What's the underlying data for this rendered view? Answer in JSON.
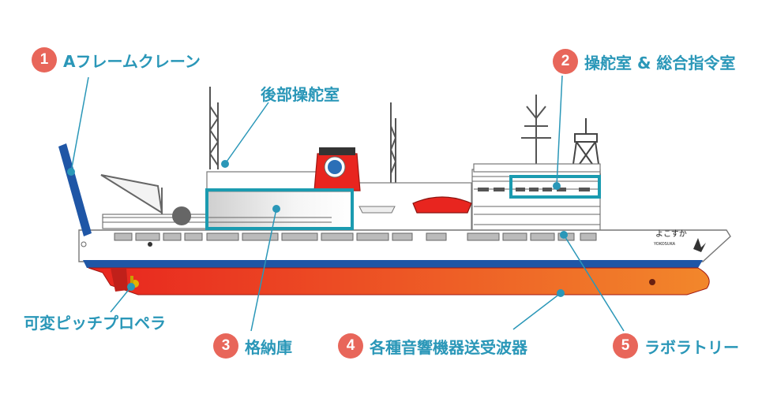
{
  "labels": {
    "a_frame_crane": {
      "num": "1",
      "text": "Aフレームクレーン"
    },
    "bridge_control": {
      "num": "2",
      "text": "操舵室 & 総合指令室"
    },
    "storage": {
      "num": "3",
      "text": "格納庫"
    },
    "echo_sounders": {
      "num": "4",
      "text": "各種音響機器送受波器"
    },
    "laboratory": {
      "num": "5",
      "text": "ラボラトリー"
    },
    "aft_steering": {
      "text": "後部操舵室"
    },
    "cpp": {
      "text": "可変ピッチプロペラ"
    }
  },
  "ship": {
    "name_jp": "よこすか",
    "name_en": "YOKOSUKA"
  },
  "colors": {
    "accent": "#2a97b8",
    "badge": "#e8665a",
    "hull_top": "#e8251f",
    "hull_bottom": "#f28a2c",
    "stripe_blue": "#1f56a6"
  }
}
